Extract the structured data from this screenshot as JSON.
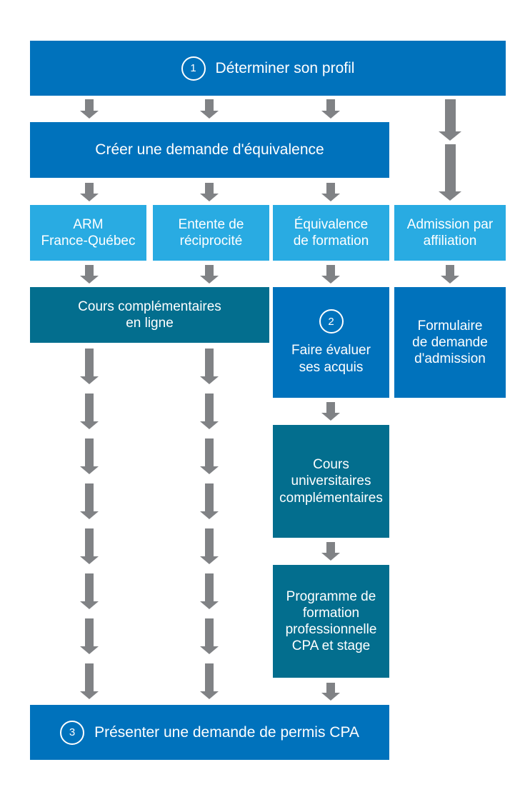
{
  "colors": {
    "primary_blue": "#0072bc",
    "light_blue": "#29abe2",
    "teal": "#036e8e",
    "arrow_gray": "#808285",
    "text": "#ffffff"
  },
  "icons": {
    "arrow_down": "thick gray down arrow (css shape)",
    "step_badge": "white outlined circle with number"
  },
  "nodes": {
    "step1": {
      "number": "1",
      "label": "Déterminer son profil"
    },
    "create_equivalence": {
      "label": "Créer une demande d'équivalence"
    },
    "arm": {
      "label": "ARM\nFrance-Québec"
    },
    "entente": {
      "label": "Entente de\nréciprocité"
    },
    "equivalence_formation": {
      "label": "Équivalence\nde formation"
    },
    "admission_affiliation": {
      "label": "Admission par\naffiliation"
    },
    "cours_en_ligne": {
      "label": "Cours complémentaires\nen ligne"
    },
    "step2": {
      "number": "2",
      "label": "Faire évaluer\nses acquis"
    },
    "formulaire_admission": {
      "label": "Formulaire\nde demande\nd'admission"
    },
    "cours_universitaires": {
      "label": "Cours\nuniversitaires\ncomplémentaires"
    },
    "programme_formation": {
      "label": "Programme de\nformation\nprofessionnelle\nCPA et stage"
    },
    "step3": {
      "number": "3",
      "label": "Présenter une demande de permis CPA"
    }
  }
}
